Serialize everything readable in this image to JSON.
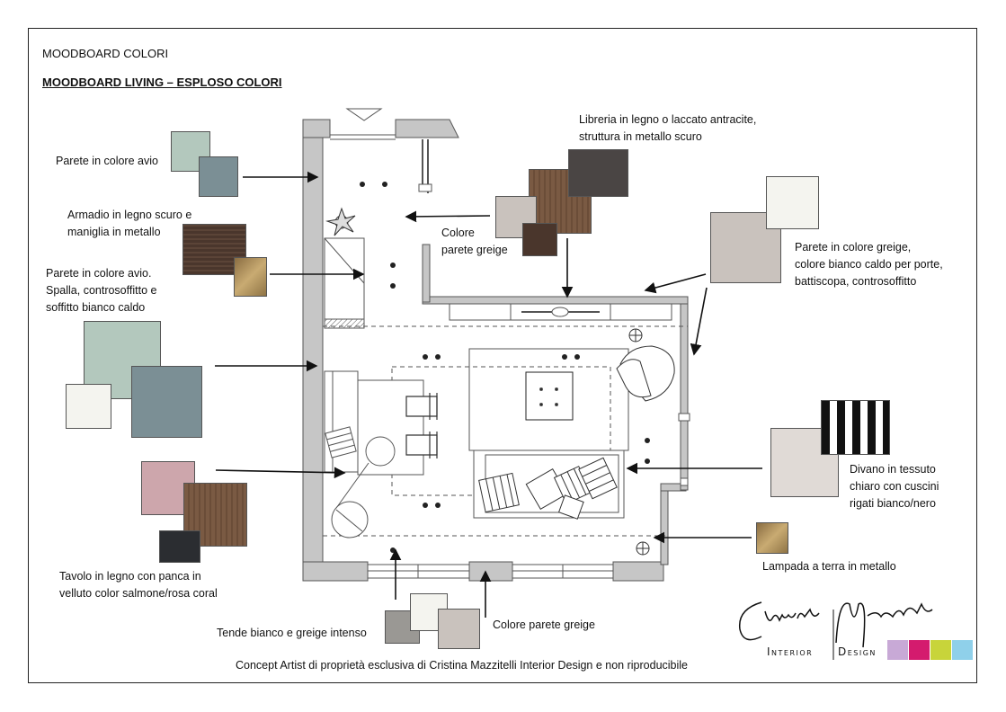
{
  "header": {
    "title": "MOODBOARD COLORI",
    "subtitle": "MOODBOARD LIVING – ESPLOSO COLORI"
  },
  "labels": {
    "avio": [
      "Parete in colore avio"
    ],
    "armadio": [
      "Armadio in legno scuro e",
      "maniglia in metallo"
    ],
    "spalla": [
      "Parete in colore avio.",
      "Spalla, controsoffitto e",
      "soffitto bianco caldo"
    ],
    "tavolo": [
      "Tavolo in legno con panca in",
      "velluto color salmone/rosa coral"
    ],
    "libreria": [
      "Libreria in legno o laccato antracite,",
      "struttura in metallo scuro"
    ],
    "colore_greige": [
      "Colore",
      "parete greige"
    ],
    "parete_greige": [
      "Parete in colore greige,",
      "colore bianco caldo per porte,",
      "battiscopa, controsoffitto"
    ],
    "divano": [
      "Divano in tessuto",
      "chiaro con cuscini",
      "rigati bianco/nero"
    ],
    "lampada": [
      "Lampada a terra in metallo"
    ],
    "tende": [
      "Tende bianco e greige intenso"
    ],
    "colore_parete": [
      "Colore parete greige"
    ]
  },
  "footer": {
    "concept": "Concept Artist di proprietà esclusiva di Cristina Mazzitelli Interior Design e non riproducibile"
  },
  "logo": {
    "signature": "Cristina Mazzitelli",
    "wordmark_left": "Interior",
    "wordmark_right": "Design"
  },
  "colors": {
    "avio_light": "#b3c8bd",
    "avio_dark": "#7b8f95",
    "warm_white": "#f4f4ef",
    "dark_wood": "#4a362c",
    "brass": "#a98a58",
    "walnut": "#7a5a43",
    "anthracite": "#4a4544",
    "greige": "#c9c2bd",
    "rose": "#cda6ac",
    "dark": "#2b2d31",
    "greige_intense": "#9a9894",
    "logo_bars": [
      "#c8a9d6",
      "#d41b6e",
      "#c8d43a",
      "#8fd0ea"
    ]
  }
}
